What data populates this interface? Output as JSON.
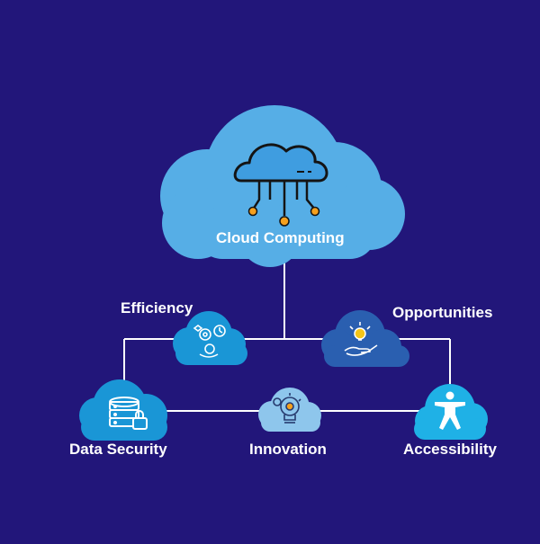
{
  "diagram": {
    "central": {
      "label": "Cloud Computing",
      "icon": "cloud-network-icon"
    },
    "nodes": [
      {
        "id": "efficiency",
        "label": "Efficiency",
        "icon": "gears-clock-icon"
      },
      {
        "id": "opportunities",
        "label": "Opportunities",
        "icon": "hand-lightbulb-icon"
      },
      {
        "id": "data-security",
        "label": "Data Security",
        "icon": "database-lock-icon"
      },
      {
        "id": "innovation",
        "label": "Innovation",
        "icon": "lightbulb-gear-icon"
      },
      {
        "id": "accessibility",
        "label": "Accessibility",
        "icon": "accessibility-person-icon"
      }
    ]
  },
  "colors": {
    "background": "#22167a",
    "central_cloud": "#56aee6",
    "node_cloud": "#1a96d6",
    "opportunities_cloud": "#2a5fb0",
    "innovation_cloud": "#8ec6ec",
    "accessibility_cloud": "#1fb1e6",
    "connector": "#ffffff",
    "accent_dot": "#f5a01e",
    "text": "#ffffff"
  }
}
